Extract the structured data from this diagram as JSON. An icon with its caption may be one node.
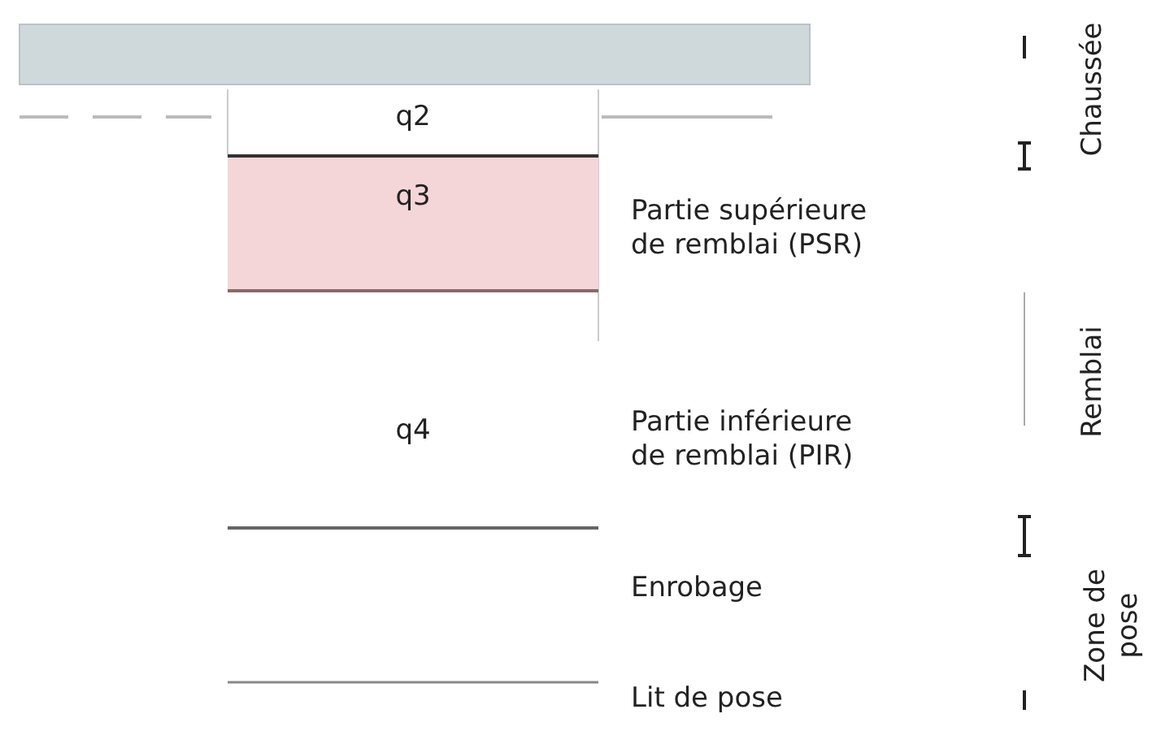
{
  "diagram": {
    "nodes": [
      {
        "text": [
          "q3"
        ]
      }
    ],
    "edges": [],
    "labels": [
      "q2",
      "Partie supérieure de remblai (PSR)",
      "q4",
      "Partie inférieure de remblai (PIR)",
      "Enrobage",
      "Lit de pose",
      "Chaussée",
      "Remblai",
      "Zone de pose"
    ]
  }
}
